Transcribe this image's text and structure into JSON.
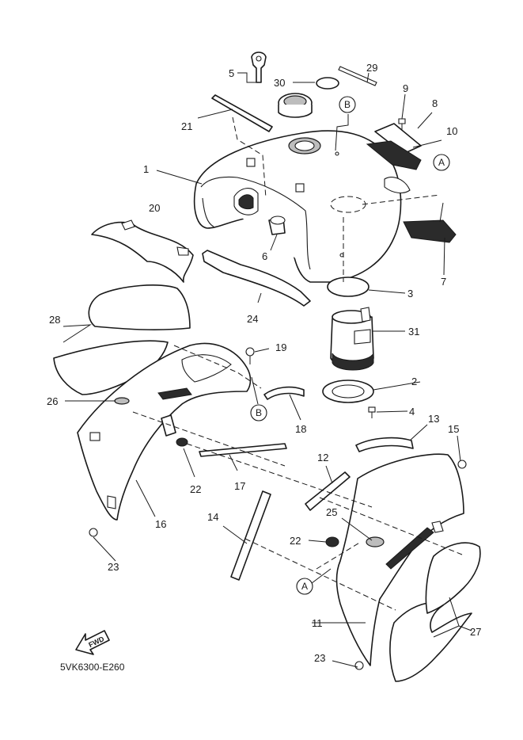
{
  "diagram_code": "5VK6300-E260",
  "fwd_label": "FWD",
  "callouts": {
    "c1": "1",
    "c2": "2",
    "c3": "3",
    "c4": "4",
    "c5": "5",
    "c6": "6",
    "c8": "8",
    "c9": "9",
    "c10": "10",
    "c11": "11",
    "c12": "12",
    "c13": "13",
    "c14": "14",
    "c15": "15",
    "c16": "16",
    "c17": "17",
    "c18": "18",
    "c19": "19",
    "c20": "20",
    "c21": "21",
    "c22a": "22",
    "c22b": "22",
    "c23a": "23",
    "c23b": "23",
    "c24": "24",
    "c25": "25",
    "c26": "26",
    "c27": "27",
    "c28": "28",
    "c29": "29",
    "c30": "30",
    "c31": "31",
    "c7": "7"
  },
  "ref_markers": {
    "a1": "A",
    "a2": "A",
    "b1": "B",
    "b2": "B"
  }
}
